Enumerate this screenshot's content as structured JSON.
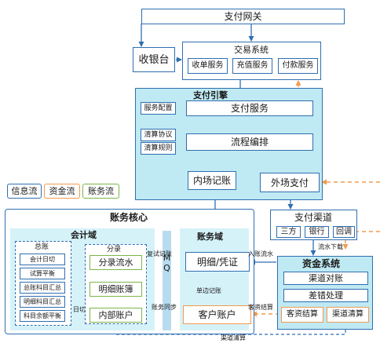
{
  "labels": {
    "gateway": "支付网关",
    "cashier": "收银台",
    "trade_system": "交易系统",
    "order_service": "收单服务",
    "recharge_service": "充值服务",
    "payout_service": "付款服务",
    "pay_engine": "支付引擎",
    "service_config": "服务配置",
    "pay_service": "支付服务",
    "clearing_protocol": "清算协议",
    "clearing_rule": "清算规则",
    "flow_orchestration": "流程编排",
    "internal_booking": "内场记账",
    "external_pay": "外场支付",
    "legend_info": "信息流",
    "legend_fund": "资金流",
    "legend_account": "账务流",
    "general_ledger_top": "总账",
    "accounting_core": "账务核心",
    "accounting_domain": "会计域",
    "ledger": "总账",
    "daily_cut": "会计日切",
    "trial_balance": "试算平衡",
    "gl_summary": "总账科目汇总",
    "detail_summary": "明细科目汇总",
    "subject_balance": "科目余额平衡",
    "journal": "分录",
    "journal_flow": "分录流水",
    "detail_book": "明细账簿",
    "internal_account": "内部账户",
    "mq": "MQ",
    "account_domain": "账务域",
    "detail_voucher": "明细/凭证",
    "customer_account": "客户账户",
    "retry_booking": "复试记账",
    "single_booking": "单边记账",
    "account_sync": "账务同步",
    "daily_cut_arrow": "日切",
    "pay_channel": "支付渠道",
    "third_party": "三方",
    "bank": "银行",
    "callback": "回调",
    "statement_download": "流水下载",
    "fund_system": "资金系统",
    "channel_reconcile": "渠道对账",
    "error_handling": "差错处理",
    "customer_settlement": "客资结算",
    "channel_clearing": "渠道清算",
    "inbound_flow": "入账流水",
    "customer_settle_arrow": "客资结算",
    "channel_clearing_arrow": "渠道清算"
  },
  "colors": {
    "info_flow": "#2f6fb1",
    "fund_flow": "#f39a4d",
    "account_flow": "#7ab648",
    "engine_bg": "#bfe9f3",
    "region_bg": "#d6f2f9"
  }
}
